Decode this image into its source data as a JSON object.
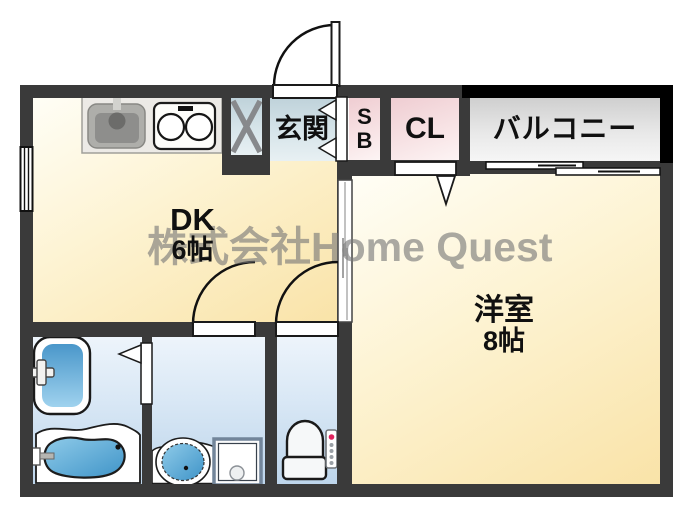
{
  "watermark": "株式会社Home Quest",
  "rooms": {
    "dk": {
      "label": "DK",
      "size": "6帖"
    },
    "western": {
      "label": "洋室",
      "size": "8帖"
    },
    "entrance": {
      "label": "玄関"
    },
    "shoe_box": {
      "line1": "S",
      "line2": "B"
    },
    "closet": {
      "label": "CL"
    },
    "balcony": {
      "label": "バルコニー"
    }
  },
  "icons": [
    "entrance-door-icon",
    "entrance-step-icon",
    "closet-door-icon",
    "balcony-window-icon",
    "window-icon",
    "sliding-door-icon",
    "washroom-door-icon",
    "toilet-door-icon",
    "bathroom-door-icon",
    "kitchen-counter-icon",
    "kitchen-sink-icon",
    "stove-icon",
    "refrigerator-space-icon",
    "washbasin-icon",
    "bathtub-icon",
    "vanity-sink-icon",
    "washing-machine-pan-icon",
    "toilet-icon"
  ],
  "colors": {
    "wall": "#3a3a3a",
    "balcony_frame": "#000000",
    "room_floor_cream": "#f9e3a8",
    "entrance_floor_blue": "#c9d9e1",
    "closet_pink": "#f3d3d7",
    "balcony_gray": "#dcdcdc",
    "wet_room_blue": "#cfe1f0",
    "fixture_blue": "#58a7d6",
    "watermark_gray": "#787878"
  }
}
